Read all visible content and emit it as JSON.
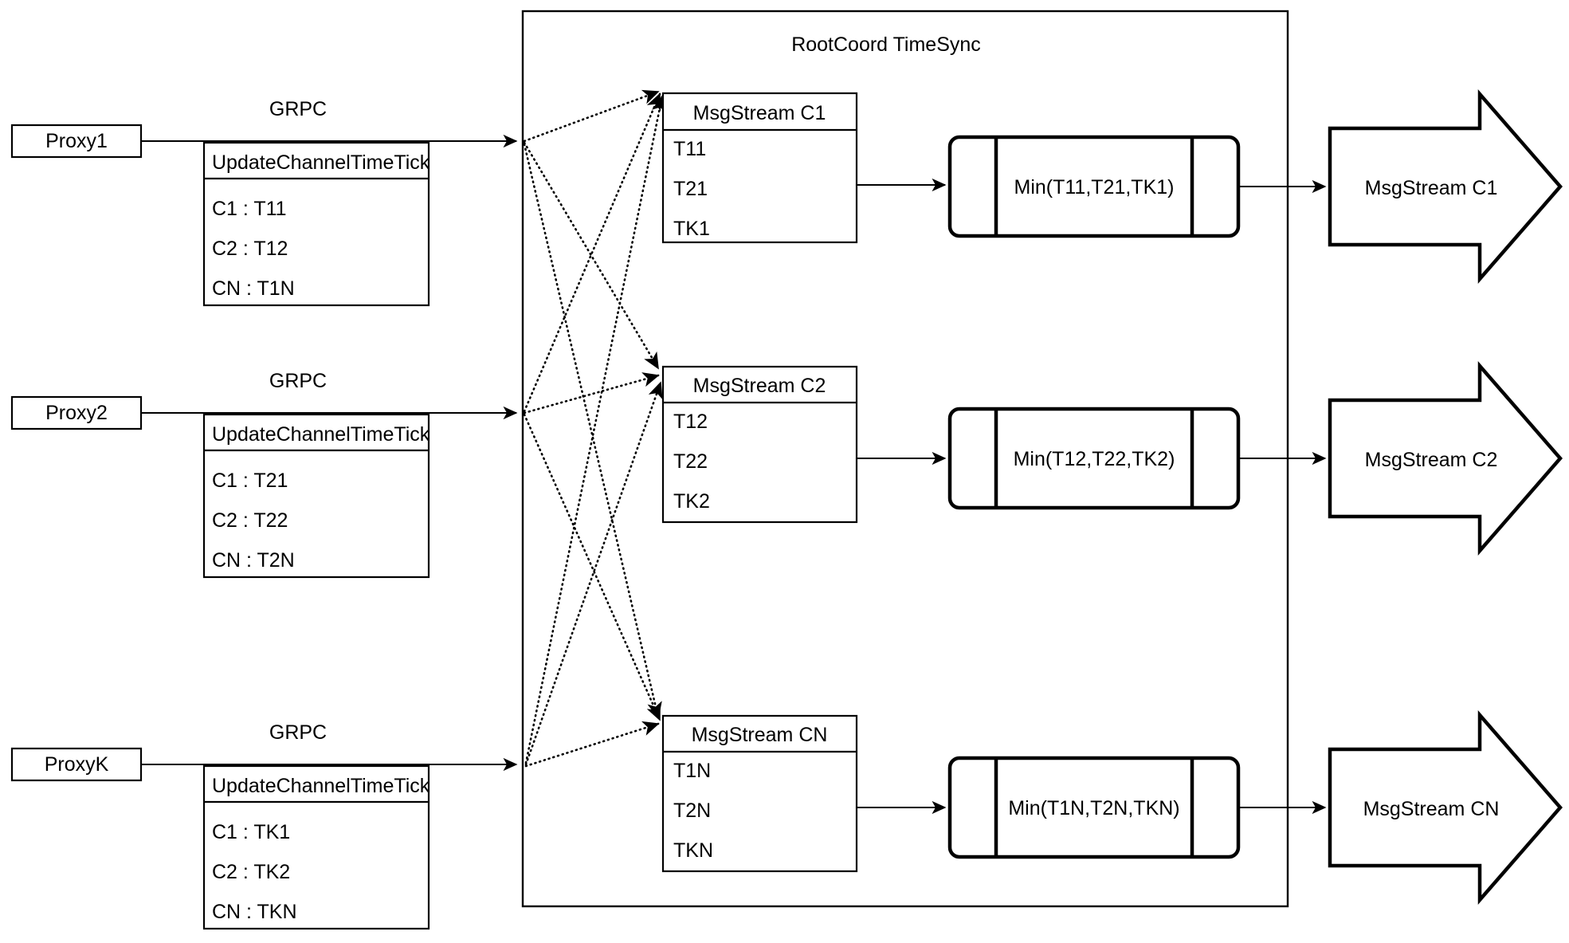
{
  "diagram": {
    "title": "RootCoord TimeSync",
    "proxies": [
      {
        "name": "Proxy1",
        "link_label": "GRPC",
        "rpc_title": "UpdateChannelTimeTick",
        "rows": [
          "C1 :  T11",
          "C2 :  T12",
          "CN : T1N"
        ]
      },
      {
        "name": "Proxy2",
        "link_label": "GRPC",
        "rpc_title": "UpdateChannelTimeTick",
        "rows": [
          "C1 :  T21",
          "C2 :  T22",
          "CN : T2N"
        ]
      },
      {
        "name": "ProxyK",
        "link_label": "GRPC",
        "rpc_title": "UpdateChannelTimeTick",
        "rows": [
          "C1 :  TK1",
          "C2 :  TK2",
          "CN : TKN"
        ]
      }
    ],
    "channels": [
      {
        "msgstream_title": "MsgStream C1",
        "ticks": [
          "T11",
          "T21",
          "TK1"
        ],
        "min_label": "Min(T11,T21,TK1)",
        "output_label": "MsgStream C1"
      },
      {
        "msgstream_title": "MsgStream C2",
        "ticks": [
          "T12",
          "T22",
          "TK2"
        ],
        "min_label": "Min(T12,T22,TK2)",
        "output_label": "MsgStream C2"
      },
      {
        "msgstream_title": "MsgStream CN",
        "ticks": [
          "T1N",
          "T2N",
          "TKN"
        ],
        "min_label": "Min(T1N,T2N,TKN)",
        "output_label": "MsgStream CN"
      }
    ],
    "colors": {
      "stroke": "#000000",
      "background": "#ffffff"
    }
  }
}
